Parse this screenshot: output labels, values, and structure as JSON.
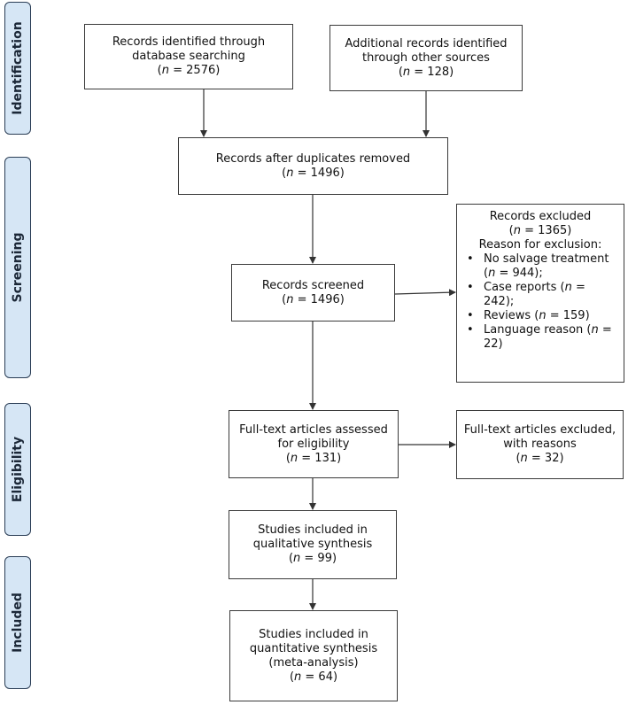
{
  "phases": {
    "identification": "Identification",
    "screening": "Screening",
    "eligibility": "Eligibility",
    "included": "Included"
  },
  "boxes": {
    "db_search": {
      "text": "Records identified through database searching",
      "n_prefix": "n",
      "n_value": " = 2576)"
    },
    "other_sources": {
      "text": "Additional records identified through other sources",
      "n_prefix": "n",
      "n_value": " = 128)"
    },
    "dup_removed": {
      "text": "Records after duplicates removed",
      "n_prefix": "n",
      "n_value": " = 1496)"
    },
    "screened": {
      "text": "Records screened",
      "n_prefix": "n",
      "n_value": " = 1496)"
    },
    "excluded": {
      "title": "Records excluded",
      "n_prefix": "n",
      "n_value": " = 1365)",
      "reason_label": "Reason for exclusion:",
      "reasons": [
        {
          "text": "No salvage treatment (",
          "n": "n",
          "count": " = 944);"
        },
        {
          "text": "Case reports (",
          "n": "n",
          "count": " = 242);"
        },
        {
          "text": "Reviews (",
          "n": "n",
          "count": " = 159)"
        },
        {
          "text": "Language reason (",
          "n": "n",
          "count": " = 22)"
        }
      ]
    },
    "fulltext": {
      "text": "Full-text articles assessed for eligibility",
      "n_prefix": "n",
      "n_value": " = 131)"
    },
    "fulltext_excluded": {
      "text": "Full-text articles excluded, with reasons",
      "n_prefix": "n",
      "n_value": " = 32)"
    },
    "qualitative": {
      "text": "Studies included in qualitative synthesis",
      "n_prefix": "n",
      "n_value": " = 99)"
    },
    "quantitative": {
      "text": "Studies included in quantitative synthesis (meta-analysis)",
      "n_prefix": "n",
      "n_value": " = 64)"
    }
  }
}
